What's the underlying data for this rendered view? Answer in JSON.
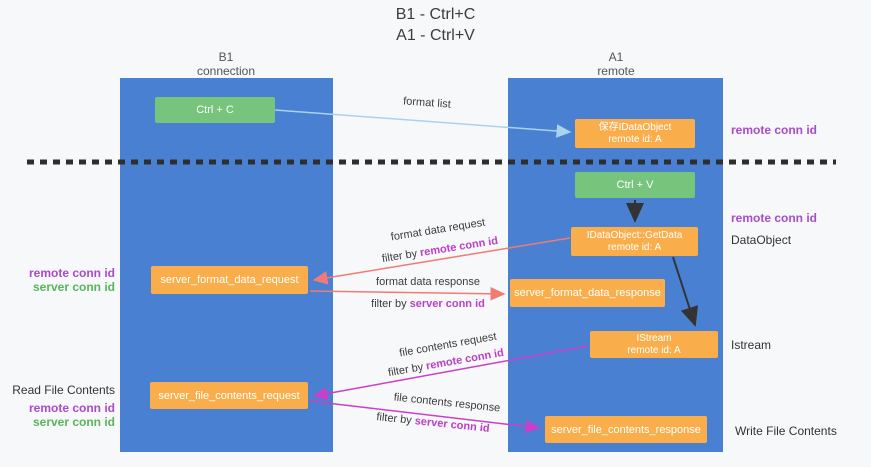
{
  "title": {
    "line1": "B1 - Ctrl+C",
    "line2": "A1 - Ctrl+V"
  },
  "columns": {
    "left": {
      "name": "B1",
      "role": "connection"
    },
    "right": {
      "name": "A1",
      "role": "remote"
    }
  },
  "boxes": {
    "ctrl_c": {
      "label": "Ctrl + C"
    },
    "saved_dataobject": {
      "line1": "保存IDataObject",
      "line2": "remote id: A"
    },
    "ctrl_v": {
      "label": "Ctrl + V"
    },
    "getdata": {
      "line1": "IDataObject::GetData",
      "line2": "remote id: A"
    },
    "format_request": {
      "label": "server_format_data_request"
    },
    "format_response": {
      "label": "server_format_data_response"
    },
    "istream": {
      "line1": "IStream",
      "line2": "remote id: A"
    },
    "file_request": {
      "label": "server_file_contents_request"
    },
    "file_response": {
      "label": "server_file_contents_response"
    }
  },
  "arrow_labels": {
    "format_list": "format list",
    "format_data_request": {
      "line1": "format data request",
      "filter_prefix": "filter by ",
      "filter_key": "remote conn id"
    },
    "format_data_response": {
      "line1": "format data response",
      "filter_prefix": "filter by ",
      "filter_key": "server conn id"
    },
    "file_contents_request": {
      "line1": "file contents request",
      "filter_prefix": "filter by ",
      "filter_key": "remote conn id"
    },
    "file_contents_response": {
      "line1": "file contents response",
      "filter_prefix": "filter by ",
      "filter_key": "server conn id"
    }
  },
  "side_labels": {
    "left_format_remote": "remote conn id",
    "left_format_server": "server conn id",
    "read_file_contents": "Read File Contents",
    "left_file_remote": "remote conn id",
    "left_file_server": "server conn id",
    "right_top_remote": "remote conn id",
    "right_mid_remote": "remote conn id",
    "dataobject": "DataObject",
    "istream": "Istream",
    "write_file_contents": "Write File Contents"
  },
  "colors": {
    "lifeline_blue": "#4a80d2",
    "box_orange": "#f9ae4b",
    "box_green": "#77c57d",
    "arrow_lightblue": "#a8d2ee",
    "arrow_red": "#ef7b74",
    "arrow_magenta": "#c93fc9",
    "arrow_black": "#333333",
    "separator_dark": "#2e2e2e",
    "text_purple": "#a94bc8",
    "text_green": "#58b55c"
  }
}
